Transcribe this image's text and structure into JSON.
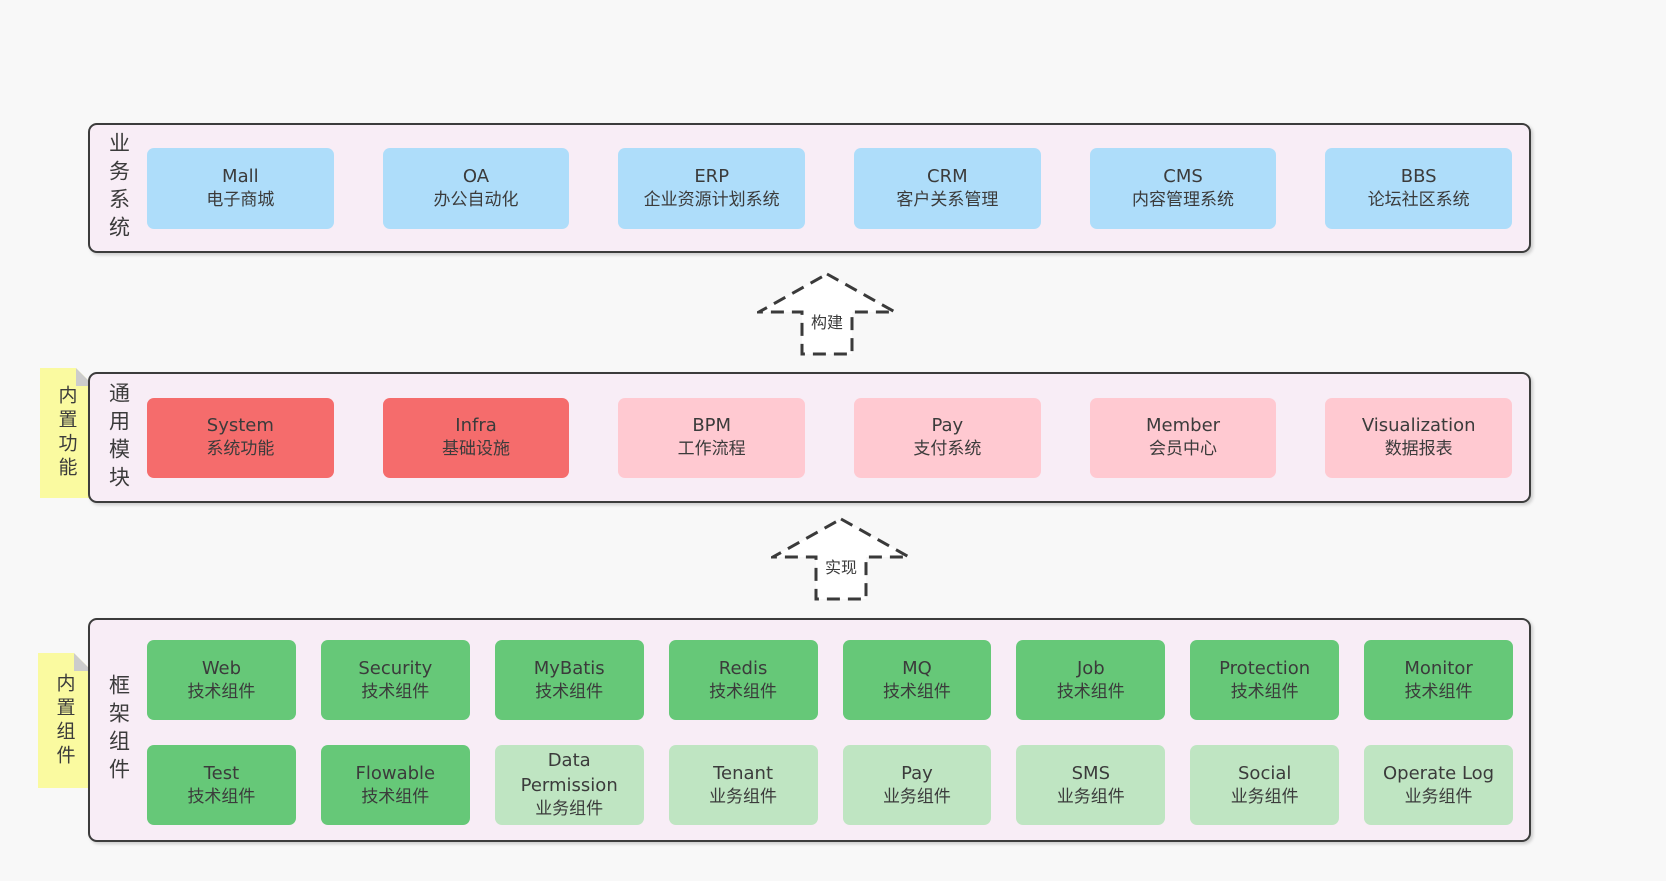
{
  "palette": {
    "page_bg": "#f8f8f8",
    "container_bg": "#f8edf6",
    "container_border": "#3c3c3c",
    "blue": "#aeddfa",
    "red": "#f56c6c",
    "pink": "#ffc9d1",
    "green": "#66c878",
    "light_green": "#bfe5c2",
    "yellow_note": "#fafaa0",
    "note_fold": "#cccccc",
    "text": "#3b3b3b",
    "arrow_stroke": "#3a3a3a",
    "arrow_fill": "#ffffff"
  },
  "arrows": {
    "build": {
      "label": "构建"
    },
    "implement": {
      "label": "实现"
    }
  },
  "layers": {
    "business": {
      "label": "业务系统",
      "boxes": [
        {
          "title": "Mall",
          "subtitle": "电子商城",
          "variant": "blue"
        },
        {
          "title": "OA",
          "subtitle": "办公自动化",
          "variant": "blue"
        },
        {
          "title": "ERP",
          "subtitle": "企业资源计划系统",
          "variant": "blue"
        },
        {
          "title": "CRM",
          "subtitle": "客户关系管理",
          "variant": "blue"
        },
        {
          "title": "CMS",
          "subtitle": "内容管理系统",
          "variant": "blue"
        },
        {
          "title": "BBS",
          "subtitle": "论坛社区系统",
          "variant": "blue"
        }
      ]
    },
    "modules": {
      "label": "通用模块",
      "note": "内置功能",
      "boxes": [
        {
          "title": "System",
          "subtitle": "系统功能",
          "variant": "red"
        },
        {
          "title": "Infra",
          "subtitle": "基础设施",
          "variant": "red"
        },
        {
          "title": "BPM",
          "subtitle": "工作流程",
          "variant": "pink"
        },
        {
          "title": "Pay",
          "subtitle": "支付系统",
          "variant": "pink"
        },
        {
          "title": "Member",
          "subtitle": "会员中心",
          "variant": "pink"
        },
        {
          "title": "Visualization",
          "subtitle": "数据报表",
          "variant": "pink"
        }
      ]
    },
    "components": {
      "label": "框架组件",
      "note": "内置组件",
      "row1": [
        {
          "title": "Web",
          "subtitle": "技术组件",
          "variant": "green"
        },
        {
          "title": "Security",
          "subtitle": "技术组件",
          "variant": "green"
        },
        {
          "title": "MyBatis",
          "subtitle": "技术组件",
          "variant": "green"
        },
        {
          "title": "Redis",
          "subtitle": "技术组件",
          "variant": "green"
        },
        {
          "title": "MQ",
          "subtitle": "技术组件",
          "variant": "green"
        },
        {
          "title": "Job",
          "subtitle": "技术组件",
          "variant": "green"
        },
        {
          "title": "Protection",
          "subtitle": "技术组件",
          "variant": "green"
        },
        {
          "title": "Monitor",
          "subtitle": "技术组件",
          "variant": "green"
        }
      ],
      "row2": [
        {
          "title": "Test",
          "subtitle": "技术组件",
          "variant": "green"
        },
        {
          "title": "Flowable",
          "subtitle": "技术组件",
          "variant": "green"
        },
        {
          "title": "Data Permission",
          "subtitle": "业务组件",
          "variant": "lightgreen"
        },
        {
          "title": "Tenant",
          "subtitle": "业务组件",
          "variant": "lightgreen"
        },
        {
          "title": "Pay",
          "subtitle": "业务组件",
          "variant": "lightgreen"
        },
        {
          "title": "SMS",
          "subtitle": "业务组件",
          "variant": "lightgreen"
        },
        {
          "title": "Social",
          "subtitle": "业务组件",
          "variant": "lightgreen"
        },
        {
          "title": "Operate Log",
          "subtitle": "业务组件",
          "variant": "lightgreen"
        }
      ]
    }
  }
}
